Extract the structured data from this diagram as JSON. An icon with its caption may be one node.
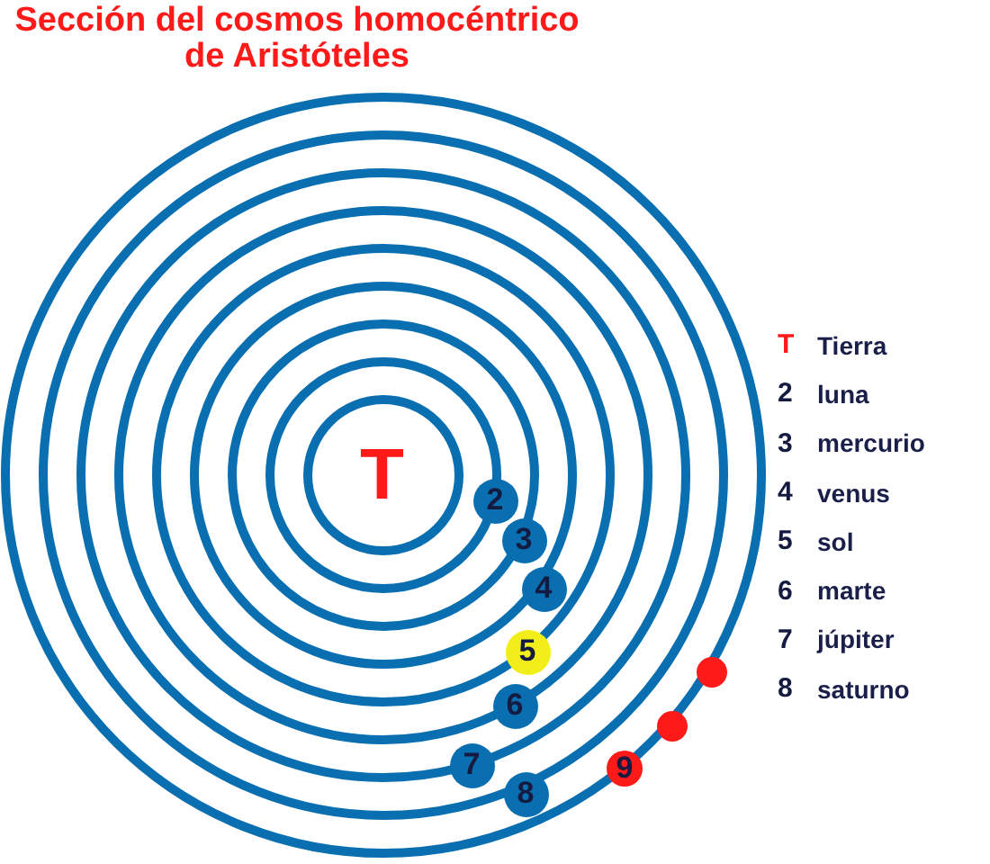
{
  "diagram": {
    "title": "Sección del cosmos homocéntrico de Aristóteles",
    "nodes": [
      {
        "text": [
          "2"
        ]
      },
      {
        "text": [
          "3"
        ]
      },
      {
        "text": [
          "4"
        ]
      },
      {
        "text": [
          "5"
        ]
      },
      {
        "text": [
          "6"
        ]
      },
      {
        "text": [
          "7"
        ]
      },
      {
        "text": [
          "8"
        ]
      },
      {
        "text": [
          "9"
        ]
      },
      {
        "text": [],
        "shape": "circle"
      },
      {
        "text": [],
        "shape": "circle"
      }
    ],
    "labels": [
      "T",
      "T",
      "Tierra",
      "2",
      "luna",
      "3",
      "mercurio",
      "4",
      "venus",
      "5",
      "sol",
      "6",
      "marte",
      "7",
      "júpiter",
      "8",
      "saturno"
    ]
  }
}
